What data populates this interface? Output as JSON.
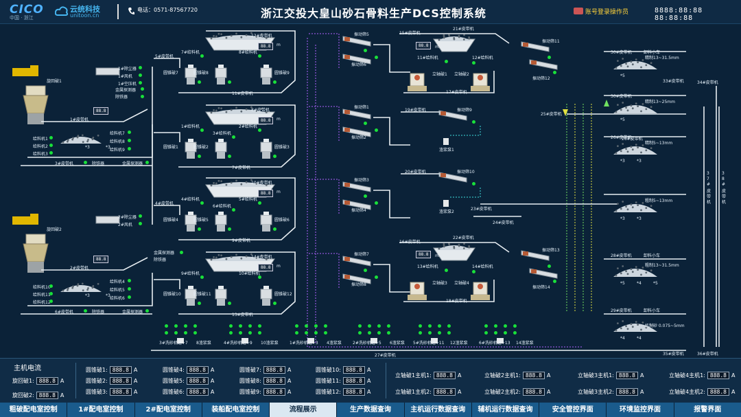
{
  "header": {
    "logo_cico": "CICO",
    "logo_cico_sub": "中国 · 浙江",
    "logo_unitoon_cn": "云统科技",
    "logo_unitoon_en": "unitoon.cn",
    "phone": "电话：0571-87567720",
    "title": "浙江交投大皇山砂石骨料生产DCS控制系统",
    "login": "账号登录操作员",
    "clock": "8888:88:88 88:88:88"
  },
  "colors": {
    "background": "#0b2238",
    "running": "#19e03a",
    "nav": "#1a5b8c",
    "nav_active": "#dbe8f2",
    "pipe": "#e8eef2",
    "dust_pipe": "#b060ff",
    "water_pipe": "#3fe0e0",
    "accent_yellow": "#ffd33a"
  },
  "diagram": {
    "primary": [
      {
        "name": "旋回破1",
        "conveyor": "1#皮带机",
        "conveyor2": "3#皮带机",
        "value": "88.8",
        "feeders": [
          "给料机1",
          "给料机2",
          "给料机3"
        ],
        "feeders_r": [
          "给料机7",
          "给料机8",
          "给料机9"
        ],
        "stock": "3",
        "iron": "除铁器",
        "detector": "金属探测器",
        "bag": [
          "1#除尘器",
          "1#风机",
          "1#空压机"
        ]
      },
      {
        "name": "旋回破2",
        "conveyor": "2#皮带机",
        "conveyor2": "6#皮带机",
        "value": "88.8",
        "feeders": [
          "给料机10",
          "给料机11",
          "给料机12"
        ],
        "feeders_r": [
          "给料机4",
          "给料机5",
          "给料机6"
        ],
        "stock": "3",
        "iron": "除铁器",
        "detector": "金属探测器",
        "bag": [
          "2#除尘器",
          "2#风机"
        ]
      }
    ],
    "cone_groups": [
      {
        "belt_top": "12#皮带机",
        "belt_in": "5#皮带机",
        "belt_out": "11#皮带机",
        "feeders": [
          "7#给料机",
          "8#给料机"
        ],
        "cones": [
          "圆锥破7",
          "圆锥破8",
          "圆锥破9"
        ],
        "value": "88.8",
        "unit": "m"
      },
      {
        "belt_top": "8#皮带机",
        "belt_in": "",
        "belt_out": "7#皮带机",
        "feeders": [
          "1#给料机",
          "2#给料机",
          "3#给料机"
        ],
        "cones": [
          "圆锥破1",
          "圆锥破2",
          "圆锥破3"
        ],
        "value": "88.8",
        "unit": "m"
      },
      {
        "belt_top": "10#皮带机",
        "belt_in": "4#皮带机",
        "belt_out": "9#皮带机",
        "feeders": [
          "4#给料机",
          "5#给料机",
          "6#给料机"
        ],
        "cones": [
          "圆锥破4",
          "圆锥破5",
          "圆锥破6"
        ],
        "value": "88.8",
        "unit": "m"
      },
      {
        "belt_top": "14#皮带机",
        "belt_in": "",
        "belt_out": "13#皮带机",
        "feeders": [
          "9#给料机",
          "10#给料机"
        ],
        "cones": [
          "圆锥破10",
          "圆锥破11",
          "圆锥破12"
        ],
        "value": "88.8",
        "unit": "m",
        "extra": [
          "金属探测器",
          "除铁器"
        ]
      }
    ],
    "screens": [
      {
        "labels": [
          "振动筛5",
          "振动筛6"
        ]
      },
      {
        "labels": [
          "振动筛1",
          "振动筛2"
        ]
      },
      {
        "labels": [
          "振动筛3",
          "振动筛4"
        ]
      },
      {
        "labels": [
          "振动筛7",
          "振动筛8"
        ]
      }
    ],
    "vsi": [
      {
        "belt": "15#皮带机",
        "belt2": "21#皮带机",
        "belt3": "17#皮带机",
        "feeders": [
          "11#给料机",
          "12#给料机"
        ],
        "units": [
          "立轴破1",
          "立轴破2"
        ],
        "screens": [
          "振动筛11",
          "振动筛12"
        ],
        "value": "88.8",
        "unit": "m"
      },
      {
        "belt": "16#皮带机",
        "belt2": "22#皮带机",
        "belt3": "18#皮带机",
        "feeders": [
          "13#给料机",
          "14#给料机"
        ],
        "units": [
          "立轴破3",
          "立轴破4"
        ],
        "screens": [
          "振动筛13",
          "振动筛14"
        ],
        "value": "88.8",
        "unit": "m"
      }
    ],
    "mid": [
      {
        "belt": "19#皮带机",
        "screen": "振动筛9",
        "pump": "渣浆泵1"
      },
      {
        "belt": "20#皮带机",
        "screen": "振动筛10",
        "pump": "渣浆泵2"
      }
    ],
    "belts_misc": [
      "25#皮带机",
      "23#皮带机",
      "24#皮带机",
      "26#皮带机",
      "27#皮带机",
      "33#皮带机",
      "34#皮带机",
      "35#皮带机",
      "36#皮带机"
    ],
    "vertical_belts": [
      "37#皮带机",
      "38#皮带机"
    ],
    "products": [
      {
        "belt": "30#皮带机",
        "car": "卸料小车",
        "name": "精制13~31.5mm",
        "marks": [
          "5"
        ]
      },
      {
        "belt": "30#皮带机",
        "car": "",
        "name": "精制13~25mm",
        "marks": [
          "5"
        ]
      },
      {
        "belt": "26#皮带机",
        "car": "",
        "name": "精制5~13mm",
        "marks": [
          "3",
          "3"
        ]
      },
      {
        "belt": "",
        "car": "",
        "name": "粗制5~13mm",
        "marks": [
          "3",
          "3"
        ]
      },
      {
        "belt": "28#皮带机",
        "car": "卸料小车",
        "name": "粗制13~31.5mm",
        "marks": [
          "5",
          "4",
          "5"
        ]
      },
      {
        "belt": "29#皮带机",
        "car": "卸料小车",
        "name": "机制砂 0.075~5mm",
        "marks": [
          "4",
          "4"
        ]
      }
    ],
    "sand_washers": [
      {
        "name": "3#洗砂机组+7",
        "pump": "8渣浆泵"
      },
      {
        "name": "4#洗砂机组+9",
        "pump": "10渣浆泵"
      },
      {
        "name": "1#洗砂机组+3",
        "pump": "4渣浆泵"
      },
      {
        "name": "2#洗砂机组+5",
        "pump": "6渣浆泵"
      },
      {
        "name": "5#洗砂机组+11",
        "pump": "12渣浆泵"
      },
      {
        "name": "6#洗砂机组+13",
        "pump": "14渣浆泵"
      }
    ]
  },
  "current": {
    "title": "主机电流",
    "value": "888.8",
    "unit": "A",
    "groups": [
      [
        "旋回破1:",
        "旋回破2:"
      ],
      [
        "圆锥破1:",
        "圆锥破2:",
        "圆锥破3:"
      ],
      [
        "圆锥破4:",
        "圆锥破5:",
        "圆锥破6:"
      ],
      [
        "圆锥破7:",
        "圆锥破8:",
        "圆锥破9:"
      ],
      [
        "圆锥破10:",
        "圆锥破11:",
        "圆锥破12:"
      ],
      [
        "立轴破1主机1:",
        "立轴破1主机2:"
      ],
      [
        "立轴破2主机1:",
        "立轴破2主机2:"
      ],
      [
        "立轴破3主机1:",
        "立轴破3主机2:"
      ],
      [
        "立轴破4主机1:",
        "立轴破4主机2:"
      ]
    ]
  },
  "nav": [
    "粗破配电室控制",
    "1#配电室控制",
    "2#配电室控制",
    "装船配电室控制",
    "流程展示",
    "生产数据查询",
    "主机运行数据查询",
    "辅机运行数据查询",
    "安全管控界面",
    "环境监控界面",
    "报警界面"
  ],
  "nav_active": 4
}
